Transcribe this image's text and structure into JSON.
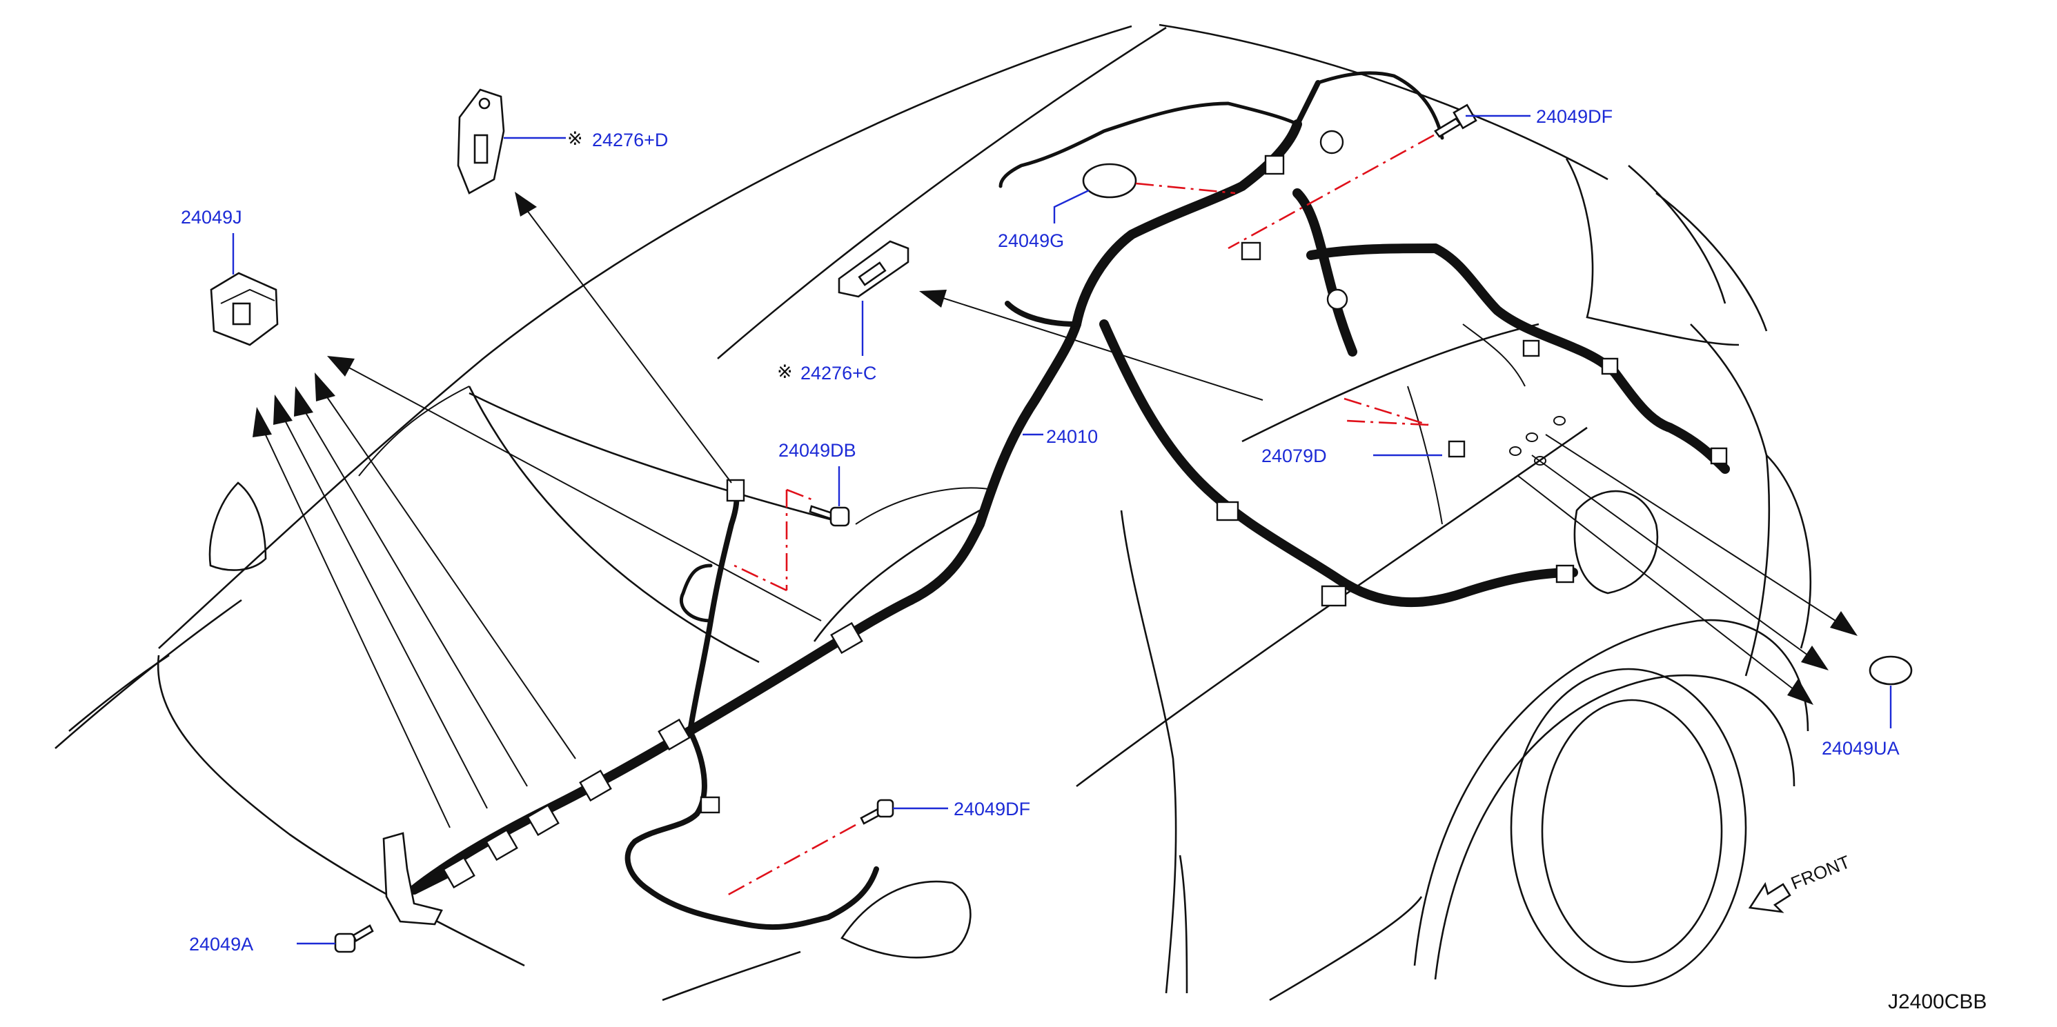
{
  "diagram": {
    "code": "J2400CBB",
    "front_label": "FRONT",
    "parts": [
      {
        "id": "p_24049J",
        "label": "24049J"
      },
      {
        "id": "p_24276D",
        "label": "24276+D",
        "mark": "※"
      },
      {
        "id": "p_24276C",
        "label": "24276+C",
        "mark": "※"
      },
      {
        "id": "p_24049G",
        "label": "24049G"
      },
      {
        "id": "p_24049DF_top",
        "label": "24049DF"
      },
      {
        "id": "p_24010",
        "label": "24010"
      },
      {
        "id": "p_24049DB",
        "label": "24049DB"
      },
      {
        "id": "p_24079D",
        "label": "24079D"
      },
      {
        "id": "p_24049UA",
        "label": "24049UA"
      },
      {
        "id": "p_24049DF_bot",
        "label": "24049DF"
      },
      {
        "id": "p_24049A",
        "label": "24049A"
      }
    ]
  },
  "colors": {
    "label": "#1c2ad6",
    "line": "#111111",
    "dash": "#e0101a",
    "background": "#ffffff"
  }
}
